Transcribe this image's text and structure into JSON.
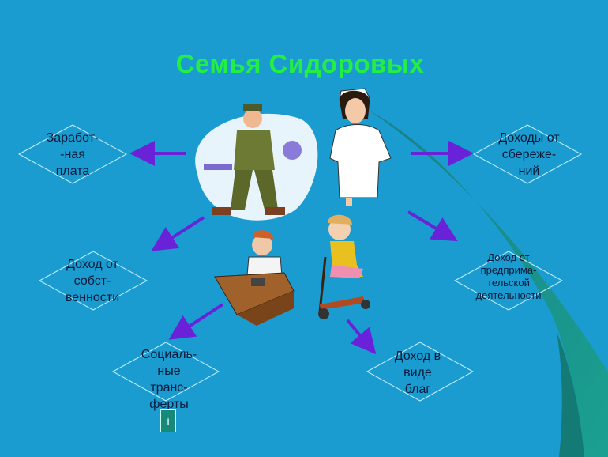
{
  "title": "Семья Сидоровых",
  "colors": {
    "background": "#1b9cd0",
    "title": "#22ee44",
    "arrow": "#6a22d8",
    "swoosh": "#178a80"
  },
  "nodes": [
    {
      "id": "wages",
      "label": "Заработ-\n-ная\nплата"
    },
    {
      "id": "savings",
      "label": "Доходы от\nсбереже-\nний"
    },
    {
      "id": "property",
      "label": "Доход от\nсобст-\nвенности"
    },
    {
      "id": "business",
      "label": "Доход от\nпредприма-\nтельской\nдеятельности"
    },
    {
      "id": "transfers",
      "label": "Социаль-\nные\nтранс-\nферты"
    },
    {
      "id": "goods",
      "label": "Доход в\nвиде\nблаг"
    }
  ],
  "info_icon": {
    "symbol": "i",
    "name": "info-icon"
  }
}
